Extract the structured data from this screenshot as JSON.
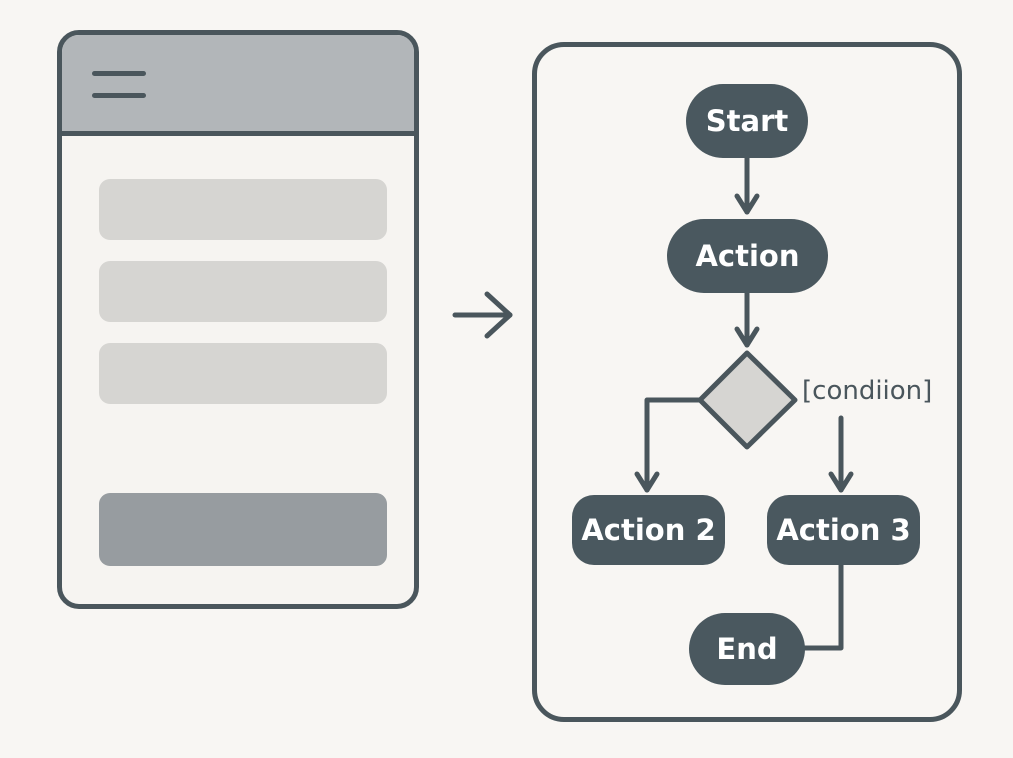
{
  "colors": {
    "background": "#f8f6f3",
    "outline": "#4a565c",
    "node_fill": "#4a585f",
    "node_text": "#ffffff",
    "header_fill": "#b2b6b9",
    "list_item_fill": "#d6d5d2",
    "button_fill": "#979ca0",
    "decision_fill": "#d6d5d2"
  },
  "wireframe": {
    "header_icon": "hamburger-menu-icon",
    "list_items": [
      "",
      "",
      ""
    ],
    "button": ""
  },
  "transition_icon": "arrow-right-icon",
  "flowchart": {
    "nodes": {
      "start": "Start",
      "action": "Action",
      "action2": "Action 2",
      "action3": "Action 3",
      "end": "End"
    },
    "decision_label": "[condiion]"
  }
}
